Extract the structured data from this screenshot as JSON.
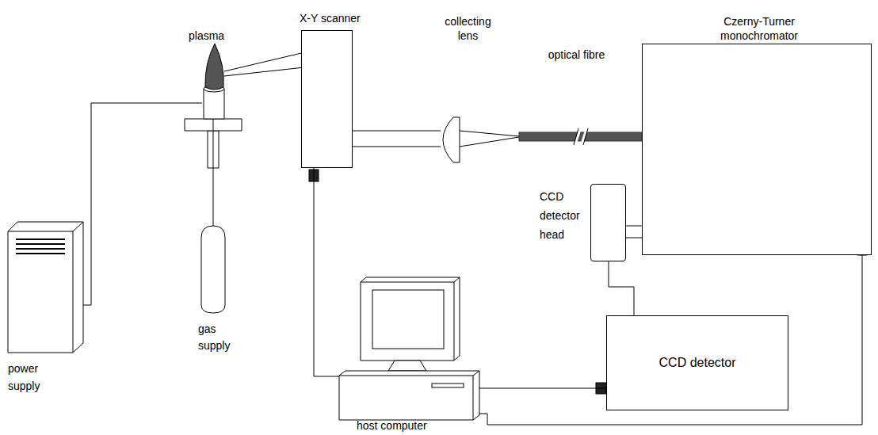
{
  "diagram": {
    "nodes": [
      {
        "text": [
          "power supply"
        ]
      },
      {
        "text": [
          "plasma"
        ]
      },
      {
        "text": [
          "gas supply"
        ]
      },
      {
        "text": [
          "X-Y scanner"
        ]
      },
      {
        "text": [
          "Czerny-Turner monochromator"
        ]
      },
      {
        "text": [
          "CCD detector head"
        ]
      },
      {
        "text": [
          "host computer"
        ]
      },
      {
        "text": [
          "CCD detector"
        ]
      }
    ],
    "edges": [
      {
        "from": 0,
        "to": 1,
        "arrow": "none"
      },
      {
        "from": 1,
        "to": 2,
        "arrow": "none"
      },
      {
        "from": 6,
        "to": 3,
        "arrow": "none"
      },
      {
        "from": 6,
        "to": 7,
        "arrow": "none"
      },
      {
        "from": 6,
        "to": 4,
        "arrow": "none"
      },
      {
        "from": 5,
        "to": 7,
        "arrow": "none"
      }
    ],
    "labels": [
      "collecting lens",
      "optical fibre"
    ]
  }
}
